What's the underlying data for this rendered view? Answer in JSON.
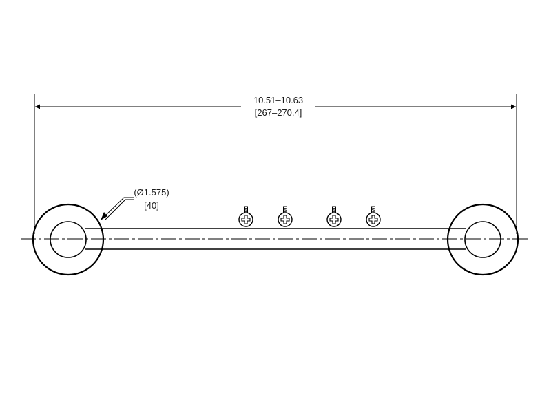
{
  "overall_length": {
    "inch": "10.51–10.63",
    "mm": "[267–270.4]"
  },
  "flange_diameter": {
    "inch": "(Ø1.575)",
    "mm": "[40]"
  },
  "screws": [
    "screw",
    "screw",
    "screw",
    "screw"
  ]
}
